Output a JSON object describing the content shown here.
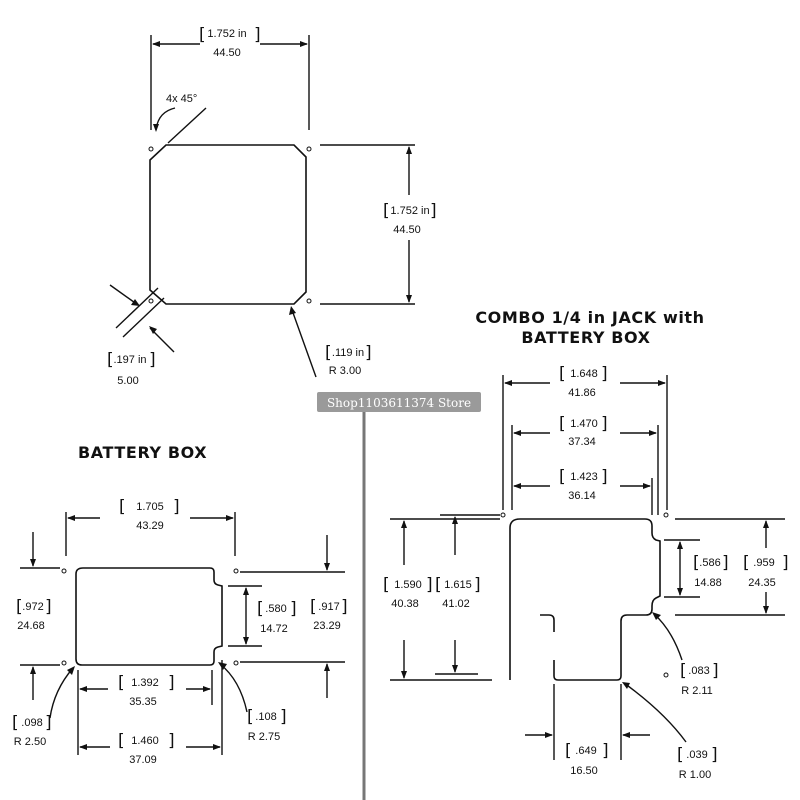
{
  "square_plate": {
    "width_label": {
      "inches": "1.752 in",
      "mm": "44.50"
    },
    "height_label": {
      "inches": "1.752 in",
      "mm": "44.50"
    },
    "chamfer_label": "4x 45°",
    "hole_label": {
      "inches": ".197 in",
      "mm": "5.00"
    },
    "radius_label": {
      "inches": ".119 in",
      "mm": "R 3.00"
    }
  },
  "battery_box": {
    "title": "BATTERY BOX",
    "overall_width": {
      "inches": "1.705",
      "mm": "43.29"
    },
    "inner_width": {
      "inches": "1.392",
      "mm": "35.35"
    },
    "bottom_width": {
      "inches": "1.460",
      "mm": "37.09"
    },
    "left_height": {
      "inches": ".972",
      "mm": "24.68"
    },
    "notch_height": {
      "inches": ".580",
      "mm": "14.72"
    },
    "right_height": {
      "inches": ".917",
      "mm": "23.29"
    },
    "left_radius": {
      "inches": ".098",
      "mm": "R 2.50"
    },
    "right_radius": {
      "inches": ".108",
      "mm": "R 2.75"
    }
  },
  "combo_jack": {
    "title_line1": "COMBO 1/4 in  JACK with",
    "title_line2": "BATTERY BOX",
    "width_a": {
      "inches": "1.648",
      "mm": "41.86"
    },
    "width_b": {
      "inches": "1.470",
      "mm": "37.34"
    },
    "width_c": {
      "inches": "1.423",
      "mm": "36.14"
    },
    "height_a": {
      "inches": "1.590",
      "mm": "40.38"
    },
    "height_b": {
      "inches": "1.615",
      "mm": "41.02"
    },
    "notch_height": {
      "inches": ".586",
      "mm": "14.88"
    },
    "right_height": {
      "inches": ".959",
      "mm": "24.35"
    },
    "radius_a": {
      "inches": ".083",
      "mm": "R 2.11"
    },
    "neck_width": {
      "inches": ".649",
      "mm": "16.50"
    },
    "radius_b": {
      "inches": ".039",
      "mm": "R 1.00"
    }
  },
  "watermark": "Shop1103611374 Store"
}
